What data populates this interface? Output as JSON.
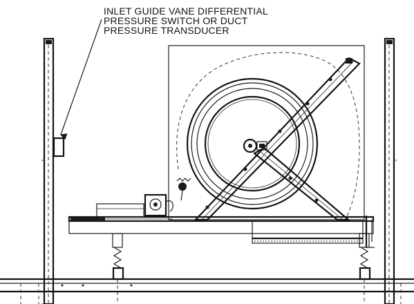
{
  "callout": {
    "lines": [
      "INLET GUIDE VANE DIFFERENTIAL",
      "PRESSURE SWITCH OR DUCT",
      "PRESSURE TRANSDUCER"
    ]
  },
  "colors": {
    "ink": "#1a1a1a",
    "paper": "#ffffff"
  }
}
